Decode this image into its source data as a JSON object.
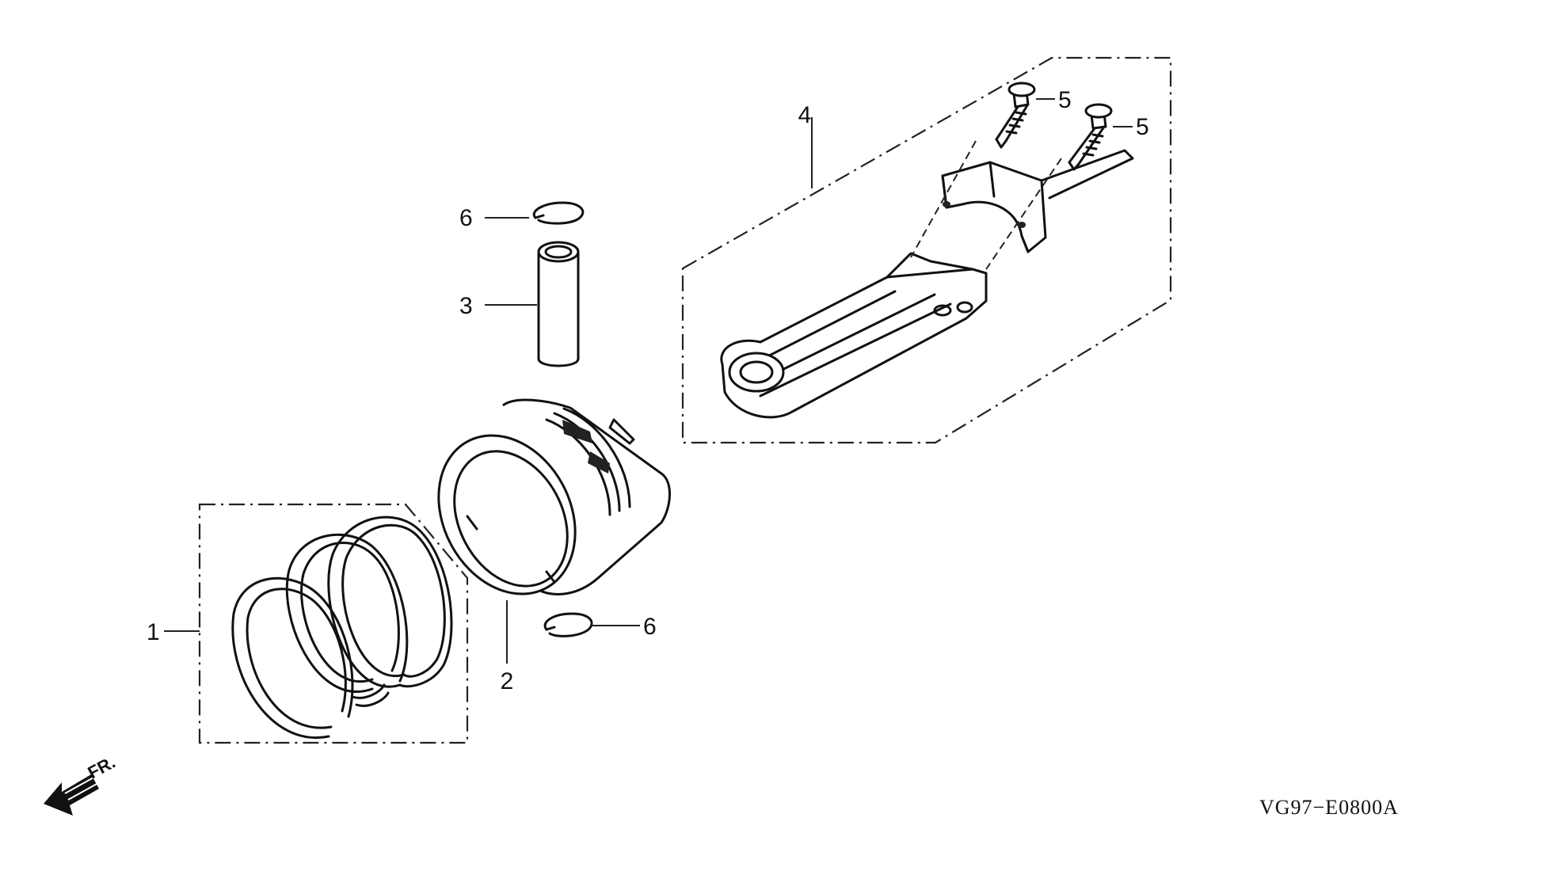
{
  "callouts": {
    "piston_rings": "1",
    "piston": "2",
    "piston_pin": "3",
    "connecting_rod": "4",
    "rod_bolt_upper": "5",
    "rod_bolt_lower": "5",
    "pin_clip_upper": "6",
    "pin_clip_lower": "6"
  },
  "direction_label": "FR.",
  "diagram_code": "VG97−E0800A",
  "icons": {
    "direction": "front-arrow-icon"
  }
}
